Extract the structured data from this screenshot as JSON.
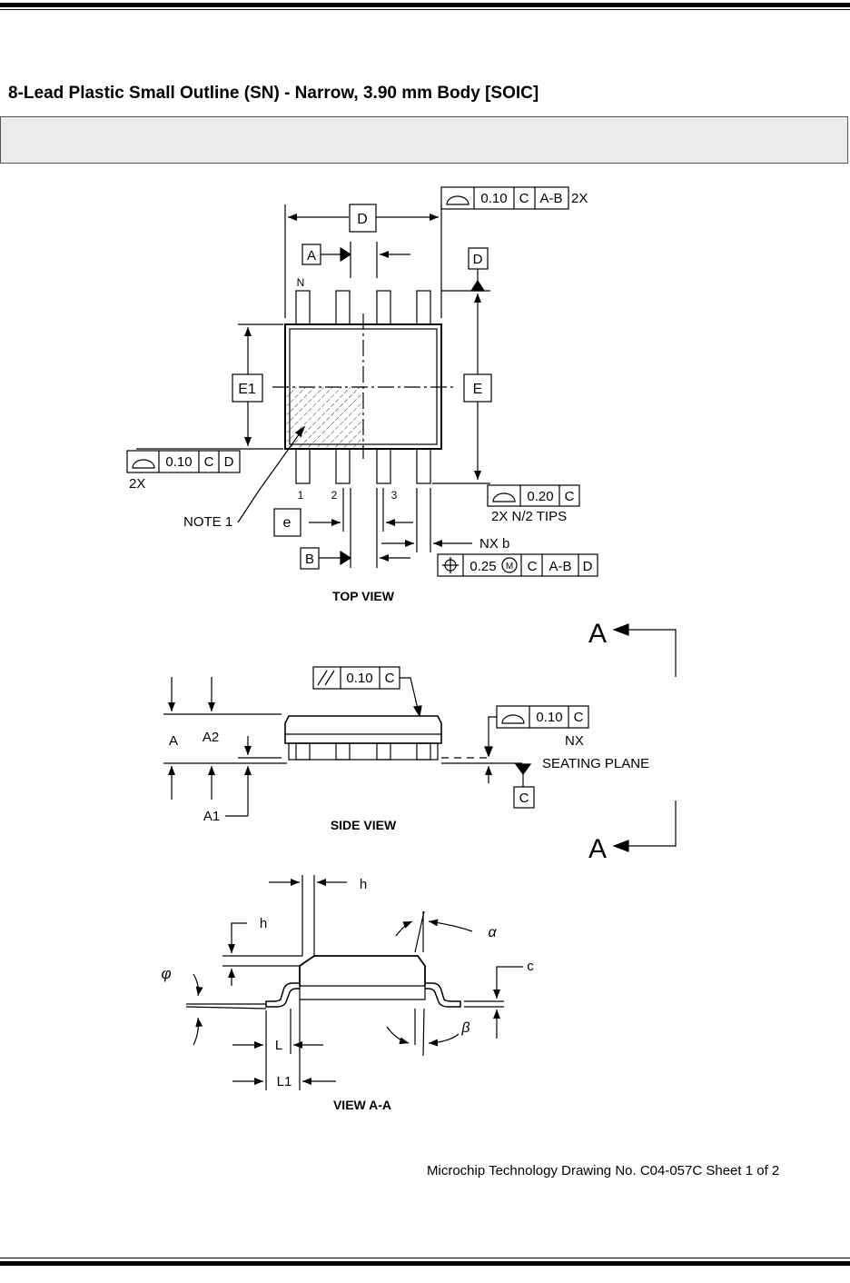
{
  "title": "8-Lead Plastic Small Outline (SN) - Narrow, 3.90 mm Body [SOIC]",
  "footer": "Microchip Technology Drawing No. C04-057C Sheet 1 of 2",
  "top_view": {
    "caption": "TOP VIEW",
    "dim_D": "D",
    "dim_E": "E",
    "dim_E1": "E1",
    "dim_e": "e",
    "datum_A": "A",
    "datum_B": "B",
    "datum_D": "D",
    "pin_N": "N",
    "pin_1": "1",
    "pin_2": "2",
    "pin_3": "3",
    "note1": "NOTE 1",
    "nxb": "NX b",
    "fcf_top": [
      "0.10",
      "C",
      "A-B"
    ],
    "fcf_top_mult": "2X",
    "fcf_left": [
      "0.10",
      "C",
      "D"
    ],
    "fcf_left_mult": "2X",
    "fcf_tips": [
      "0.20",
      "C"
    ],
    "fcf_tips_note": "2X N/2 TIPS",
    "fcf_pos": [
      "0.25",
      "M",
      "C",
      "A-B",
      "D"
    ]
  },
  "side_view": {
    "caption": "SIDE VIEW",
    "dim_A": "A",
    "dim_A1": "A1",
    "dim_A2": "A2",
    "datum_C": "C",
    "seating": "SEATING PLANE",
    "fcf_par": [
      "0.10",
      "C"
    ],
    "fcf_flat": [
      "0.10",
      "C"
    ],
    "fcf_flat_mult": "NX",
    "section_label": "A"
  },
  "view_aa": {
    "caption": "VIEW A-A",
    "h": "h",
    "alpha": "α",
    "beta": "β",
    "phi": "φ",
    "c": "c",
    "L": "L",
    "L1": "L1"
  }
}
